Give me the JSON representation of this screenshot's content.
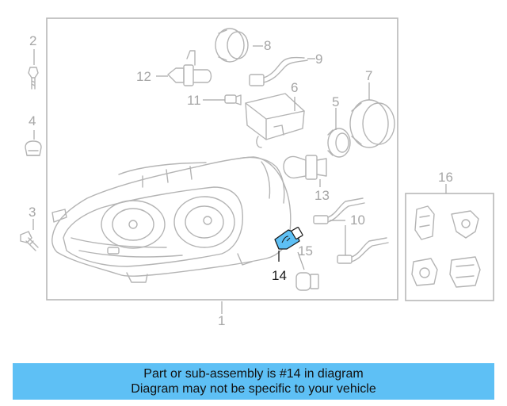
{
  "diagram": {
    "callouts": [
      "1",
      "2",
      "3",
      "4",
      "5",
      "6",
      "7",
      "8",
      "9",
      "10",
      "11",
      "12",
      "13",
      "14",
      "15",
      "16"
    ],
    "highlighted_part": "14",
    "highlight_color": "#5ec0f5"
  },
  "banner": {
    "line1": "Part or sub-assembly is #14 in diagram",
    "line2": "Diagram may not be specific to your vehicle",
    "background": "#5ec0f5"
  }
}
